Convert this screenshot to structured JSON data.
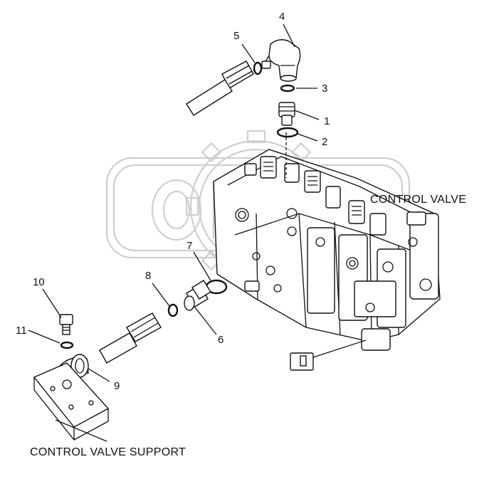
{
  "captions": {
    "control_valve": "CONTROL VALVE",
    "control_valve_support": "CONTROL VALVE SUPPORT"
  },
  "callouts": [
    "1",
    "2",
    "3",
    "4",
    "5",
    "6",
    "7",
    "8",
    "9",
    "10",
    "11"
  ],
  "watermark": {
    "color": "#cfcfcf"
  },
  "colors": {
    "line": "#111111",
    "background": "#ffffff"
  }
}
